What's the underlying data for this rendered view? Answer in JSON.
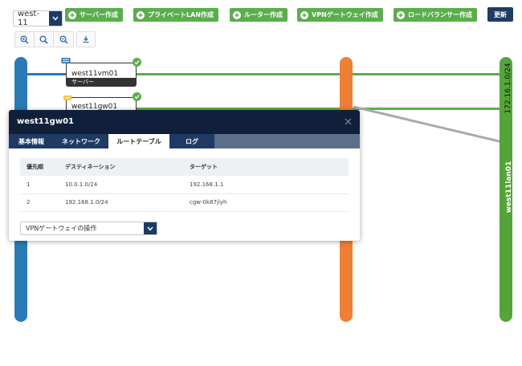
{
  "toolbar": {
    "region": "west-11",
    "buttons": [
      {
        "label": "サーバー作成"
      },
      {
        "label": "プライベートLAN作成"
      },
      {
        "label": "ルーター作成"
      },
      {
        "label": "VPNゲートウェイ作成"
      },
      {
        "label": "ロードバランサー作成"
      }
    ],
    "refresh_label": "更新"
  },
  "topology": {
    "colors": {
      "blue": "#2a7ab8",
      "orange": "#ee7f34",
      "green": "#54a43a"
    },
    "network_label": "172.16.1.0/24",
    "lan_label": "west11lan01",
    "nodes": [
      {
        "name": "west11vm01",
        "type": "サーバー",
        "icon": "server-icon"
      },
      {
        "name": "west11gw01",
        "icon": "gateway-icon"
      }
    ]
  },
  "modal": {
    "title": "west11gw01",
    "tabs": [
      "基本情報",
      "ネットワーク",
      "ルートテーブル",
      "ログ"
    ],
    "active_tab": "ルートテーブル",
    "table": {
      "headers": [
        "優先順",
        "デスティネーション",
        "ターゲット"
      ],
      "rows": [
        [
          "1",
          "10.0.1.0/24",
          "192.168.1.1"
        ],
        [
          "2",
          "192.168.1.0/24",
          "cgw-0k87jiyh"
        ]
      ]
    },
    "action_select": "VPNゲートウェイの操作"
  }
}
